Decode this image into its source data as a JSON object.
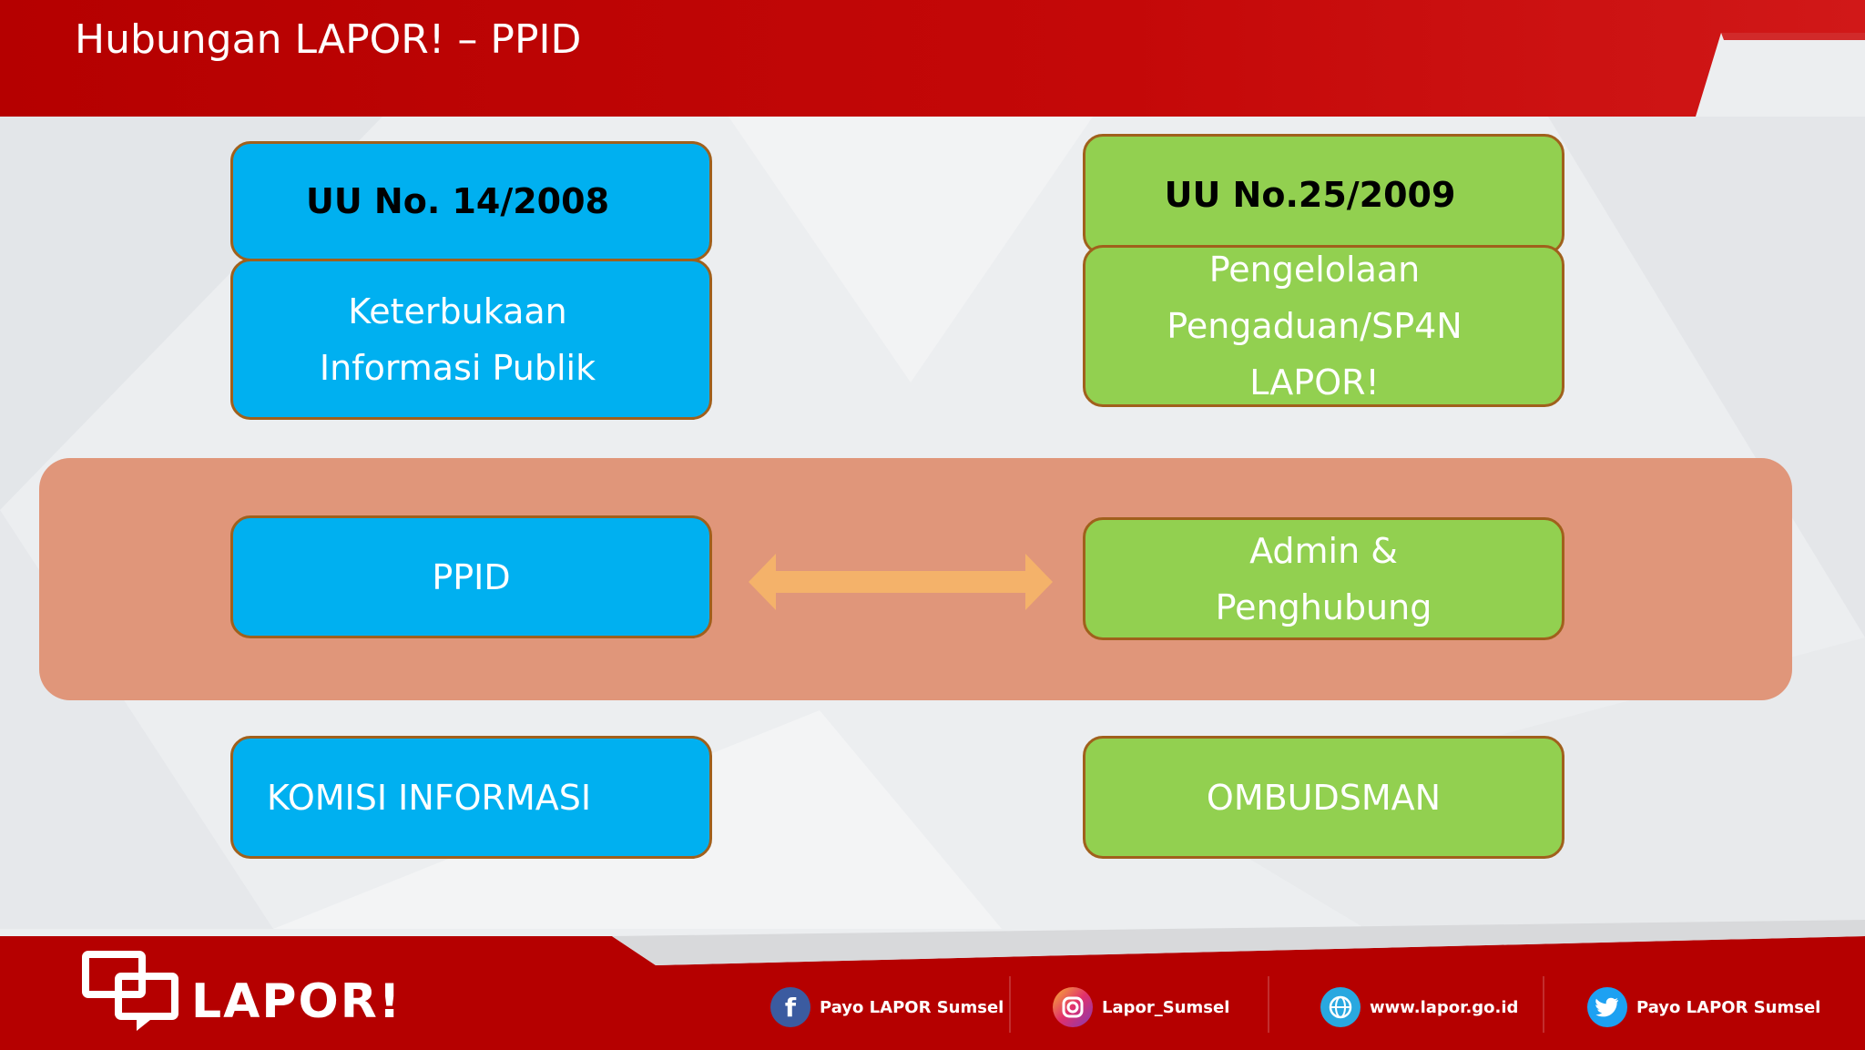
{
  "header": {
    "title": "Hubungan LAPOR! – PPID"
  },
  "left_column": {
    "law_heading": "UU No. 14/2008",
    "law_subject": "Keterbukaan\nInformasi Publik",
    "middle_box": "PPID",
    "bottom_box": "KOMISI INFORMASI"
  },
  "right_column": {
    "law_heading": "UU No.25/2009",
    "law_subject": "Pengelolaan\nPengaduan/SP4N\nLAPOR!",
    "middle_box": "Admin &\nPenghubung",
    "bottom_box": "OMBUDSMAN"
  },
  "footer": {
    "logo": "LAPOR!",
    "links": [
      {
        "icon": "facebook-icon",
        "label": "Payo LAPOR Sumsel"
      },
      {
        "icon": "instagram-icon",
        "label": "Lapor_Sumsel"
      },
      {
        "icon": "globe-icon",
        "label": "www.lapor.go.id"
      },
      {
        "icon": "twitter-icon",
        "label": "Payo LAPOR Sumsel"
      }
    ]
  },
  "colors": {
    "header_red": "#b30000",
    "blue_box": "#00b0f0",
    "green_box": "#92d050",
    "band": "#e0967a",
    "arrow": "#f4b26a"
  }
}
